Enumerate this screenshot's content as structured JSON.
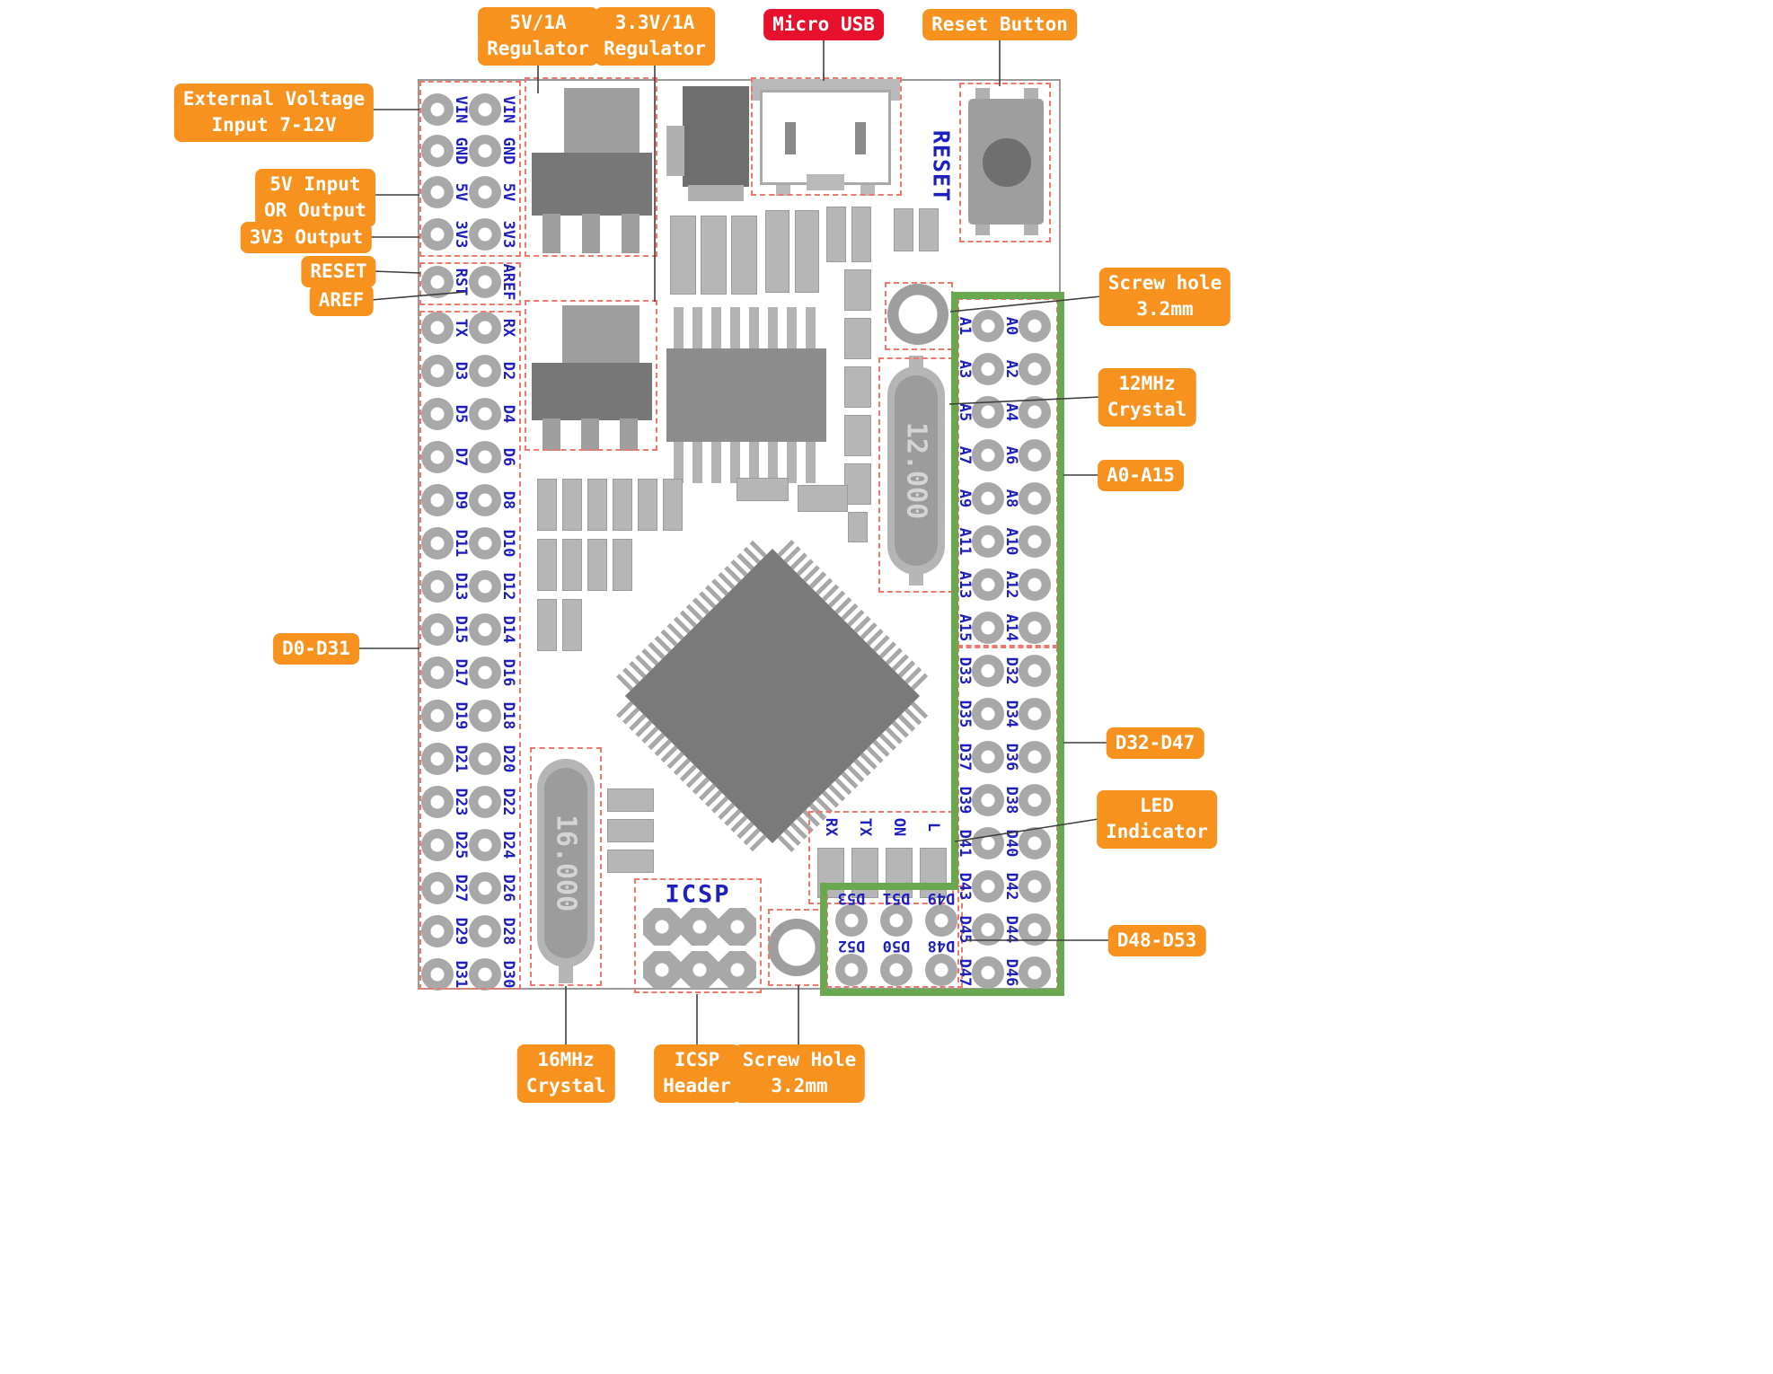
{
  "colors": {
    "accent_orange": "#f7921e",
    "accent_red": "#e8112d",
    "pin_text_blue": "#1f1fbf",
    "highlight_green": "#6aa84f"
  },
  "callouts": {
    "reg_5v": "5V/1A\nRegulator",
    "reg_3v3": "3.3V/1A\nRegulator",
    "micro_usb": "Micro USB",
    "reset_button": "Reset Button",
    "ext_voltage": "External Voltage\nInput 7-12V",
    "input_5v": "5V Input\nOR Output",
    "output_3v3": "3V3 Output",
    "reset": "RESET",
    "aref": "AREF",
    "d0_d31": "D0-D31",
    "screw_top": "Screw hole\n3.2mm",
    "crystal_12mhz": "12MHz\nCrystal",
    "a0_a15": "A0-A15",
    "d32_d47": "D32-D47",
    "led_indicator": "LED\nIndicator",
    "d48_d53": "D48-D53",
    "crystal_16mhz": "16MHz\nCrystal",
    "icsp_header": "ICSP\nHeader",
    "screw_bottom": "Screw Hole\n3.2mm"
  },
  "board": {
    "reset_silk": "RESET",
    "icsp_silk": "ICSP",
    "crystal_12_value": "12.000",
    "crystal_16_value": "16.000",
    "power_pin_rows": [
      [
        "VIN",
        "VIN"
      ],
      [
        "GND",
        "GND"
      ],
      [
        "5V",
        "5V"
      ],
      [
        "3V3",
        "3V3"
      ]
    ],
    "reset_aref_row": [
      "RST",
      "AREF"
    ],
    "digital_left_rows": [
      [
        "TX",
        "RX"
      ],
      [
        "D3",
        "D2"
      ],
      [
        "D5",
        "D4"
      ],
      [
        "D7",
        "D6"
      ],
      [
        "D9",
        "D8"
      ],
      [
        "D11",
        "D10"
      ],
      [
        "D13",
        "D12"
      ],
      [
        "D15",
        "D14"
      ],
      [
        "D17",
        "D16"
      ],
      [
        "D19",
        "D18"
      ],
      [
        "D21",
        "D20"
      ],
      [
        "D23",
        "D22"
      ],
      [
        "D25",
        "D24"
      ],
      [
        "D27",
        "D26"
      ],
      [
        "D29",
        "D28"
      ],
      [
        "D31",
        "D30"
      ]
    ],
    "analog_rows": [
      [
        "A1",
        "A0"
      ],
      [
        "A3",
        "A2"
      ],
      [
        "A5",
        "A4"
      ],
      [
        "A7",
        "A6"
      ],
      [
        "A9",
        "A8"
      ],
      [
        "A11",
        "A10"
      ],
      [
        "A13",
        "A12"
      ],
      [
        "A15",
        "A14"
      ]
    ],
    "digital_right_rows": [
      [
        "D33",
        "D32"
      ],
      [
        "D35",
        "D34"
      ],
      [
        "D37",
        "D36"
      ],
      [
        "D39",
        "D38"
      ],
      [
        "D41",
        "D40"
      ],
      [
        "D43",
        "D42"
      ],
      [
        "D45",
        "D44"
      ],
      [
        "D47",
        "D46"
      ]
    ],
    "d48_53_rows": [
      [
        "D53",
        "D51",
        "D49"
      ],
      [
        "D52",
        "D50",
        "D48"
      ]
    ],
    "led_labels": [
      "RX",
      "TX",
      "ON",
      "L"
    ]
  }
}
